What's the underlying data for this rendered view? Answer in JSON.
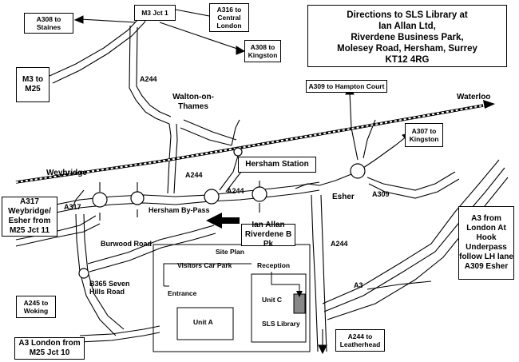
{
  "title": {
    "line1": "Directions to SLS Library at",
    "line2": "Ian Allan Ltd,",
    "line3": "Riverdene Business Park,",
    "line4": "Molesey Road, Hersham, Surrey",
    "line5": "KT12 4RG"
  },
  "boxes": {
    "a308_staines": "A308 to Staines",
    "m3_jct1": "M3 Jct 1",
    "a316": "A316 to Central London",
    "a308_kingston": "A308 to Kingston",
    "m3_m25": "M3 to M25",
    "a309_hampton": "A309 to Hampton Court",
    "a307_kingston": "A307 to Kingston",
    "hersham_station": "Hersham Station",
    "a317": "A317 Weybridge/ Esher from M25 Jct 11",
    "ian_allan": "Ian Allan Riverdene B Pk",
    "a3_hook": "A3 from London At Hook Underpass follow LH lane A309 Esher",
    "a245_woking": "A245 to Woking",
    "a3_london": "A3 London from M25 Jct 10",
    "a244_leatherhead": "A244 to Leatherhead"
  },
  "labels": {
    "a244_north": "A244",
    "walton": "Walton-on- Thames",
    "waterloo": "Waterloo",
    "weybridge": "Weybridge",
    "a244_mid": "A244",
    "a244_east": "A244",
    "a317_road": "A317",
    "esher": "Esher",
    "a309_road": "A309",
    "hersham_bypass": "Hersham By-Pass",
    "burwood_road": "Burwood Road",
    "b365": "B365 Seven Hills Road",
    "a244_south": "A244",
    "a3_road": "A3"
  },
  "site_plan": {
    "title": "Site Plan",
    "visitors_car_park": "Visitors Car Park",
    "reception": "Reception",
    "entrance": "Entrance",
    "unit_c": "Unit C",
    "unit_a": "Unit A",
    "sls_library": "SLS Library"
  }
}
